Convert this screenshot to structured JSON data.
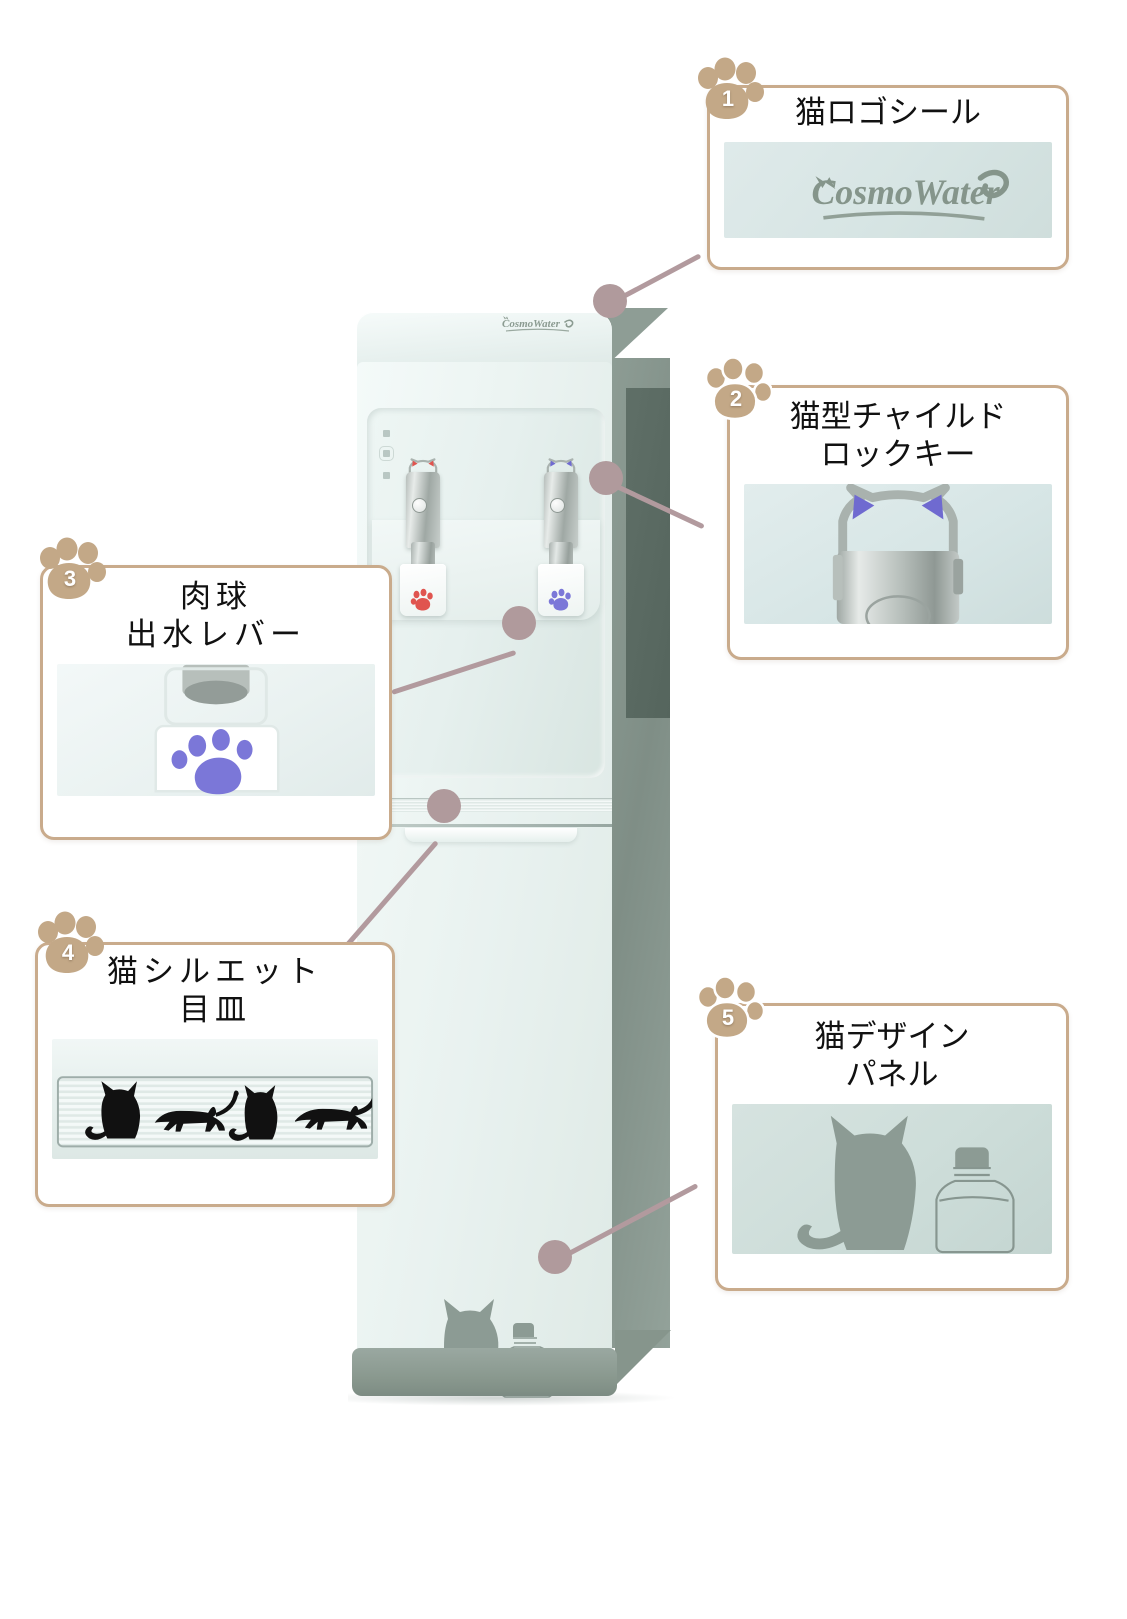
{
  "page": {
    "brand_logo_text": "CosmoWater",
    "background_color": "#ffffff",
    "accent_border_color": "#c9ab8c",
    "leader_color": "#b09a9c",
    "paw_badge_color": "#c0a585"
  },
  "product": {
    "name_on_unit": "CosmoWater",
    "body_color": "#e9f2f0",
    "side_color": "#8d9c94",
    "base_color": "#8a998f",
    "indicators": [
      {
        "label": "",
        "state": "off"
      },
      {
        "label": "",
        "state": "off"
      },
      {
        "label": "",
        "state": "off"
      }
    ],
    "taps": [
      {
        "id": "hot",
        "paw_color": "#e0544f",
        "ear_color": "#e0544f",
        "name": "hot-water-tap"
      },
      {
        "id": "cold",
        "paw_color": "#7b77d8",
        "ear_color": "#6f6ad0",
        "name": "cold-water-tap"
      }
    ]
  },
  "callouts": [
    {
      "number": "1",
      "title": "猫ロゴシール",
      "title_spaced": false,
      "photo_kind": "logo-sticker",
      "photo_bg": "#d7e5e4"
    },
    {
      "number": "2",
      "title": "猫型チャイルド\nロックキー",
      "title_spaced": false,
      "photo_kind": "child-lock-key",
      "photo_bg": "#dfeaea"
    },
    {
      "number": "3",
      "title": "肉球\n出水レバー",
      "title_spaced": true,
      "photo_kind": "paw-lever",
      "photo_bg": "#eaf2f1"
    },
    {
      "number": "4",
      "title": "猫シルエット\n目皿",
      "title_spaced": true,
      "photo_kind": "cat-silhouette-grill",
      "photo_bg": "#e7f0ee"
    },
    {
      "number": "5",
      "title": "猫デザイン\nパネル",
      "title_spaced": false,
      "photo_kind": "cat-design-panel",
      "photo_bg": "#cdddd9"
    }
  ]
}
